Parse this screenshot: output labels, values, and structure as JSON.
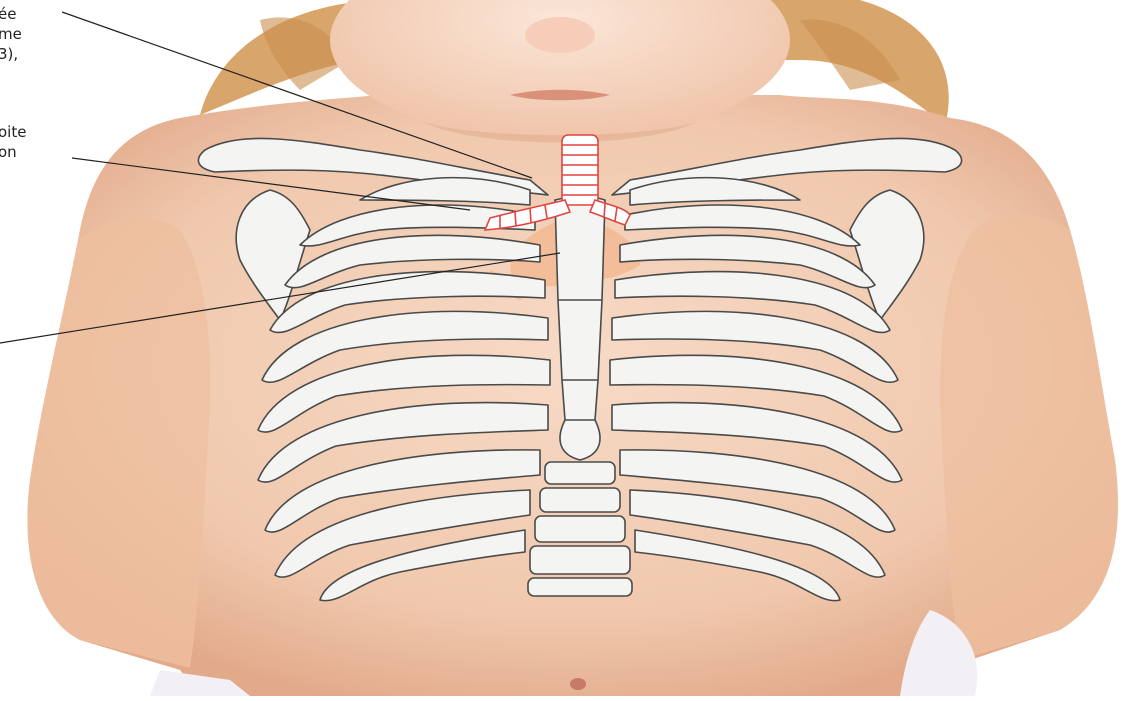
{
  "labels": {
    "top": {
      "line1": "ée",
      "line2": "me",
      "line3": "3),"
    },
    "middle": {
      "line1": "oite",
      "line2": "on"
    }
  },
  "colors": {
    "background": "#ffffff",
    "skin": "#f3cdb4",
    "skin_shadow": "#e3ad8f",
    "hair": "#d9a86e",
    "bone_fill": "#f4f4f2",
    "bone_stroke": "#4a4a4a",
    "trachea": "#e0453f",
    "heart_hint": "#f0b48c",
    "leader_line": "#222222"
  },
  "icons": [
    "trachea-illustration",
    "rib-cage-illustration",
    "clavicle-illustration"
  ]
}
